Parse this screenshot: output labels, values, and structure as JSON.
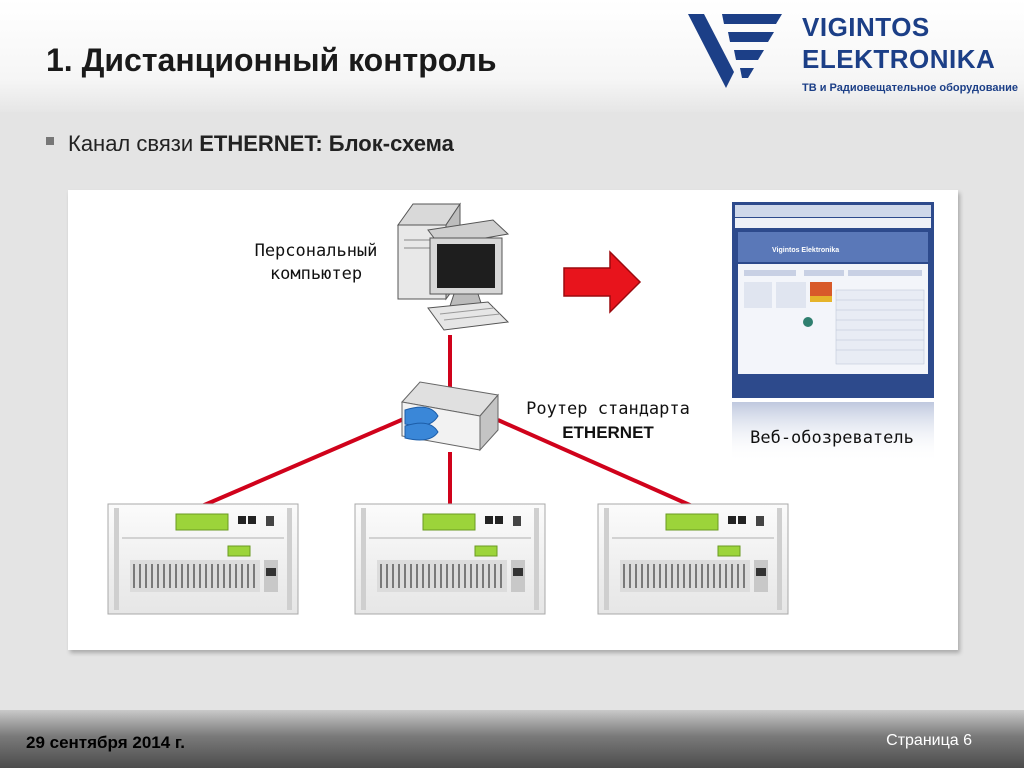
{
  "slide": {
    "title": "1. Дистанционный контроль"
  },
  "logo": {
    "line1": "VIGINTOS",
    "line2": "ELEKTRONIKA",
    "tagline": "ТВ и Радиовещательное оборудование",
    "color": "#1c3f87"
  },
  "bullet": {
    "prefix": "Канал связи ",
    "bold": "ETHERNET: Блок-схема"
  },
  "diagram": {
    "pc_label_line1": "Персональный",
    "pc_label_line2": "компьютер",
    "router_label_line1": "Роутер стандарта",
    "router_label_line2": "ETHERNET",
    "browser_label": "Веб-обозреватель",
    "browser_screen_title": "Vigintos Elektronika",
    "link_color": "#d0021b",
    "arrow_color": "#e8141c",
    "transmitter_count": 3
  },
  "footer": {
    "date": "29 сентября 2014 г.",
    "page": "Страница 6"
  }
}
